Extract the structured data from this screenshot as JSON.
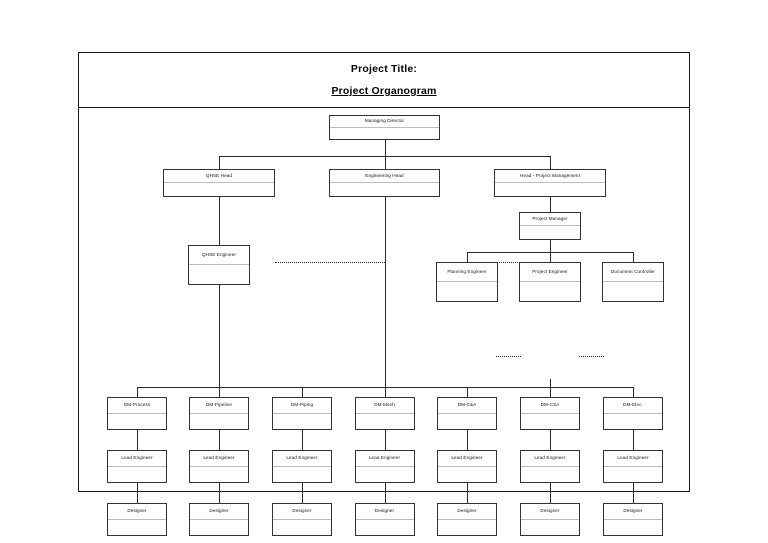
{
  "document": {
    "title_label": "Project Title:",
    "title_value": "Project Organogram"
  },
  "chart_data": {
    "type": "diagram",
    "diagram_kind": "organization-chart",
    "title": "Project Organogram",
    "levels": [
      {
        "level": 1,
        "nodes": [
          {
            "id": "managing-director",
            "label": "Managing Director"
          }
        ]
      },
      {
        "level": 2,
        "nodes": [
          {
            "id": "qhse-head",
            "label": "QHSE Head"
          },
          {
            "id": "engineering-head",
            "label": "Engineering Head"
          },
          {
            "id": "head-project-management",
            "label": "Head - Project Management"
          }
        ]
      },
      {
        "level": 3,
        "nodes": [
          {
            "id": "project-manager",
            "label": "Project Manager"
          }
        ]
      },
      {
        "level": 4,
        "nodes": [
          {
            "id": "qhse-engineer",
            "label": "QHSE Engineer"
          },
          {
            "id": "planning-engineer",
            "label": "Planning Engineer"
          },
          {
            "id": "project-engineer",
            "label": "Project Engineer"
          },
          {
            "id": "document-controller",
            "label": "Document Controller"
          }
        ]
      },
      {
        "level": 5,
        "nodes": [
          {
            "id": "dm-process",
            "label": "DM-Process"
          },
          {
            "id": "dm-pipeline",
            "label": "DM-Pipeline"
          },
          {
            "id": "dm-piping",
            "label": "DM-Piping"
          },
          {
            "id": "dm-mech",
            "label": "DM-Mech"
          },
          {
            "id": "dm-ca",
            "label": "DM-C&A"
          },
          {
            "id": "dm-csa",
            "label": "DM-CSA"
          },
          {
            "id": "dm-elec",
            "label": "DM-Elec."
          }
        ]
      },
      {
        "level": 6,
        "nodes": [
          {
            "id": "lead-engineer-1",
            "label": "Lead Engineer"
          },
          {
            "id": "lead-engineer-2",
            "label": "Lead Engineer"
          },
          {
            "id": "lead-engineer-3",
            "label": "Lead Engineer"
          },
          {
            "id": "lead-engineer-4",
            "label": "Lead Engineer"
          },
          {
            "id": "lead-engineer-5",
            "label": "Lead Engineer"
          },
          {
            "id": "lead-engineer-6",
            "label": "Lead Engineer"
          },
          {
            "id": "lead-engineer-7",
            "label": "Lead Engineer"
          }
        ]
      },
      {
        "level": 7,
        "nodes": [
          {
            "id": "designer-1",
            "label": "Designer"
          },
          {
            "id": "designer-2",
            "label": "Designer"
          },
          {
            "id": "designer-3",
            "label": "Designer"
          },
          {
            "id": "designer-4",
            "label": "Designer"
          },
          {
            "id": "designer-5",
            "label": "Designer"
          },
          {
            "id": "designer-6",
            "label": "Designer"
          },
          {
            "id": "designer-7",
            "label": "Designer"
          }
        ]
      }
    ],
    "solid_edges": [
      [
        "managing-director",
        "qhse-head"
      ],
      [
        "managing-director",
        "engineering-head"
      ],
      [
        "managing-director",
        "head-project-management"
      ],
      [
        "qhse-head",
        "qhse-engineer"
      ],
      [
        "head-project-management",
        "project-manager"
      ],
      [
        "project-manager",
        "planning-engineer"
      ],
      [
        "project-manager",
        "project-engineer"
      ],
      [
        "project-manager",
        "document-controller"
      ],
      [
        "engineering-head",
        "dm-process"
      ],
      [
        "engineering-head",
        "dm-pipeline"
      ],
      [
        "engineering-head",
        "dm-piping"
      ],
      [
        "engineering-head",
        "dm-mech"
      ],
      [
        "engineering-head",
        "dm-ca"
      ],
      [
        "engineering-head",
        "dm-csa"
      ],
      [
        "engineering-head",
        "dm-elec"
      ],
      [
        "dm-process",
        "lead-engineer-1"
      ],
      [
        "dm-pipeline",
        "lead-engineer-2"
      ],
      [
        "dm-piping",
        "lead-engineer-3"
      ],
      [
        "dm-mech",
        "lead-engineer-4"
      ],
      [
        "dm-ca",
        "lead-engineer-5"
      ],
      [
        "dm-csa",
        "lead-engineer-6"
      ],
      [
        "dm-elec",
        "lead-engineer-7"
      ],
      [
        "lead-engineer-1",
        "designer-1"
      ],
      [
        "lead-engineer-2",
        "designer-2"
      ],
      [
        "lead-engineer-3",
        "designer-3"
      ],
      [
        "lead-engineer-4",
        "designer-4"
      ],
      [
        "lead-engineer-5",
        "designer-5"
      ],
      [
        "lead-engineer-6",
        "designer-6"
      ],
      [
        "lead-engineer-7",
        "designer-7"
      ]
    ],
    "dotted_edges": [
      [
        "qhse-head",
        "engineering-head"
      ],
      [
        "engineering-head",
        "head-project-management"
      ],
      [
        "planning-engineer",
        "project-engineer"
      ],
      [
        "project-engineer",
        "document-controller"
      ]
    ],
    "colors": {
      "frame": "#1a1a1a",
      "node_border": "#333333",
      "node_divider": "#bdbdbd",
      "connector": "#2a2a2a",
      "background": "#ffffff",
      "text": "#111111"
    }
  }
}
